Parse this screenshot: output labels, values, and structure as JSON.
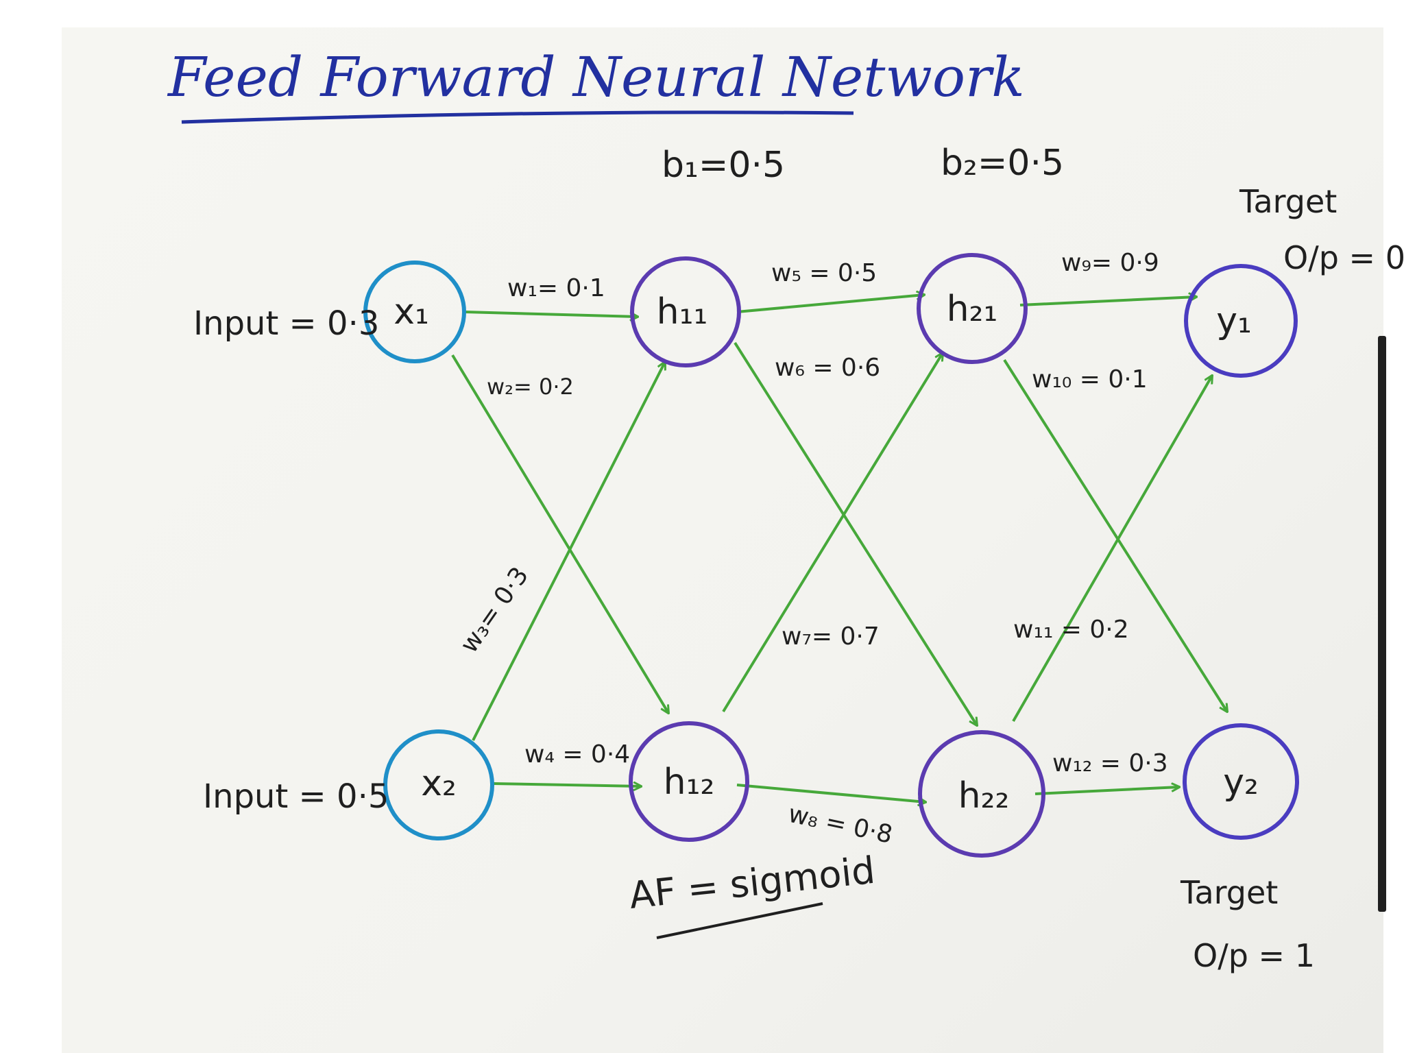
{
  "title": "Feed Forward Neural Network",
  "biases": {
    "b1": "b₁=0·5",
    "b2": "b₂=0·5"
  },
  "inputs": {
    "x1": "Input = 0·3",
    "x2": "Input = 0·5"
  },
  "nodes": {
    "x1": "x₁",
    "x2": "x₂",
    "h11": "h₁₁",
    "h12": "h₁₂",
    "h21": "h₂₁",
    "h22": "h₂₂",
    "y1": "y₁",
    "y2": "y₂"
  },
  "weights": {
    "w1": "w₁= 0·1",
    "w2": "w₂= 0·2",
    "w3": "w₃= 0·3",
    "w4": "w₄ = 0·4",
    "w5": "w₅ = 0·5",
    "w6": "w₆ = 0·6",
    "w7": "w₇= 0·7",
    "w8": "w₈ = 0·8",
    "w9": "w₉= 0·9",
    "w10": "w₁₀ = 0·1",
    "w11": "w₁₁ = 0·2",
    "w12": "w₁₂ = 0·3"
  },
  "targets": {
    "y1_word": "Target",
    "y1_value": "O/p = 0",
    "y2_word": "Target",
    "y2_value": "O/p = 1"
  },
  "activation": "AF = sigmoid",
  "colors": {
    "input_node": "#1f8fc8",
    "hidden_node": "#5b3bb0",
    "output_node": "#4a3cc0",
    "edge": "#46a83a",
    "title": "#2230a0",
    "ink": "#1f1f1f"
  }
}
